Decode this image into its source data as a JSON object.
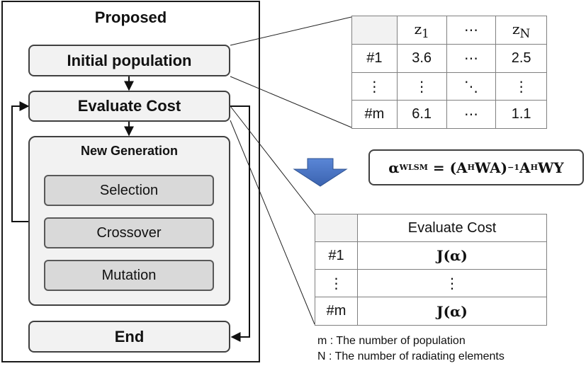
{
  "flow": {
    "title": "Proposed",
    "initial_population": "Initial population",
    "evaluate_cost": "Evaluate Cost",
    "new_generation": {
      "title": "New Generation",
      "operators": [
        "Selection",
        "Crossover",
        "Mutation"
      ]
    },
    "end": "End"
  },
  "population_table": {
    "header": [
      "",
      "z",
      "⋯",
      "z"
    ],
    "header_subscripts": [
      "",
      "1",
      "",
      "N"
    ],
    "rows": [
      [
        "#1",
        "3.6",
        "⋯",
        "2.5"
      ],
      [
        "⋮",
        "⋮",
        "⋱",
        "⋮"
      ],
      [
        "#m",
        "6.1",
        "⋯",
        "1.1"
      ]
    ]
  },
  "formula": {
    "lhs": "α",
    "lhs_sub": "WLSM",
    "equals": " = (",
    "a1": "A",
    "a1_sup": "H",
    "wa": "WA)",
    "inv": "−1",
    "a2": "A",
    "a2_sup": "H",
    "tail": "WY"
  },
  "cost_table": {
    "header": [
      "",
      "Evaluate Cost"
    ],
    "rows": [
      [
        "#1",
        "J(α)"
      ],
      [
        "⋮",
        "⋮"
      ],
      [
        "#m",
        "J(α)"
      ]
    ]
  },
  "legend": [
    "m : The number of population",
    "N : The number of radiating elements"
  ],
  "colors": {
    "arrow_fill": "#4472c4",
    "box_fill": "#f2f2f2",
    "operator_fill": "#d9d9d9"
  }
}
